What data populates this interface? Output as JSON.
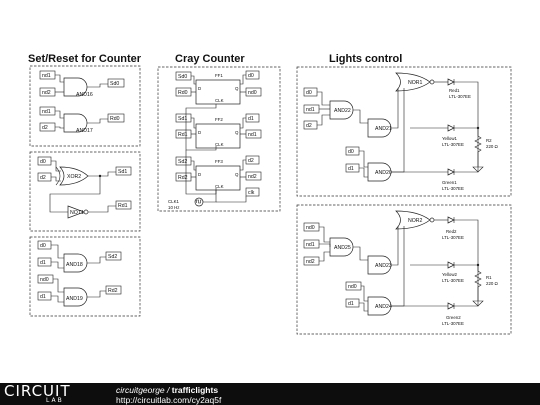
{
  "sections": {
    "set_reset": "Set/Reset for Counter",
    "gray": "Cray Counter",
    "lights": "Lights control"
  },
  "gates": {
    "and16": "AND16",
    "and17": "AND17",
    "xor2": "XOR2",
    "not1": "NOT1",
    "and18": "AND18",
    "and19": "AND19",
    "and22": "AND22",
    "and21": "AND21",
    "and20": "AND20",
    "nor1": "NOR1",
    "and25": "AND25",
    "and23": "AND23",
    "and24": "AND24",
    "nor2": "NOR2"
  },
  "flipflops": {
    "ff1": "FF1",
    "ff2": "FF2",
    "ff3": "FF3",
    "clk": "CLK",
    "d": "D",
    "q": "Q"
  },
  "clock": {
    "name": "CLK1",
    "freq": "10 Hz"
  },
  "nets": {
    "nd1": "nd1",
    "nd2": "nd2",
    "d1": "d1",
    "d2": "d2",
    "d0": "d0",
    "nd0": "nd0",
    "sd0": "Sd0",
    "sd1": "Sd1",
    "sd2": "Sd2",
    "rd0": "Rd0",
    "rd1": "Rd1",
    "rd2": "Rd2",
    "clk": "clk"
  },
  "leds1": {
    "red": "Red1",
    "yellow": "Yellow1",
    "green": "Green1",
    "part": "LTL-307EE"
  },
  "leds2": {
    "red": "Red2",
    "yellow": "Yellow2",
    "green": "Green2",
    "part": "LTL-307EE"
  },
  "resistors": {
    "r2": "R2",
    "r2_val": "220 Ω",
    "r1": "R1",
    "r1_val": "220 Ω"
  },
  "footer": {
    "logo_main": "CIRCUIT",
    "logo_sub": "LAB",
    "author": "circuitgeorge",
    "separator": " / ",
    "project": "trafficlights",
    "url": "http://circuitlab.com/cy2aq5f"
  }
}
